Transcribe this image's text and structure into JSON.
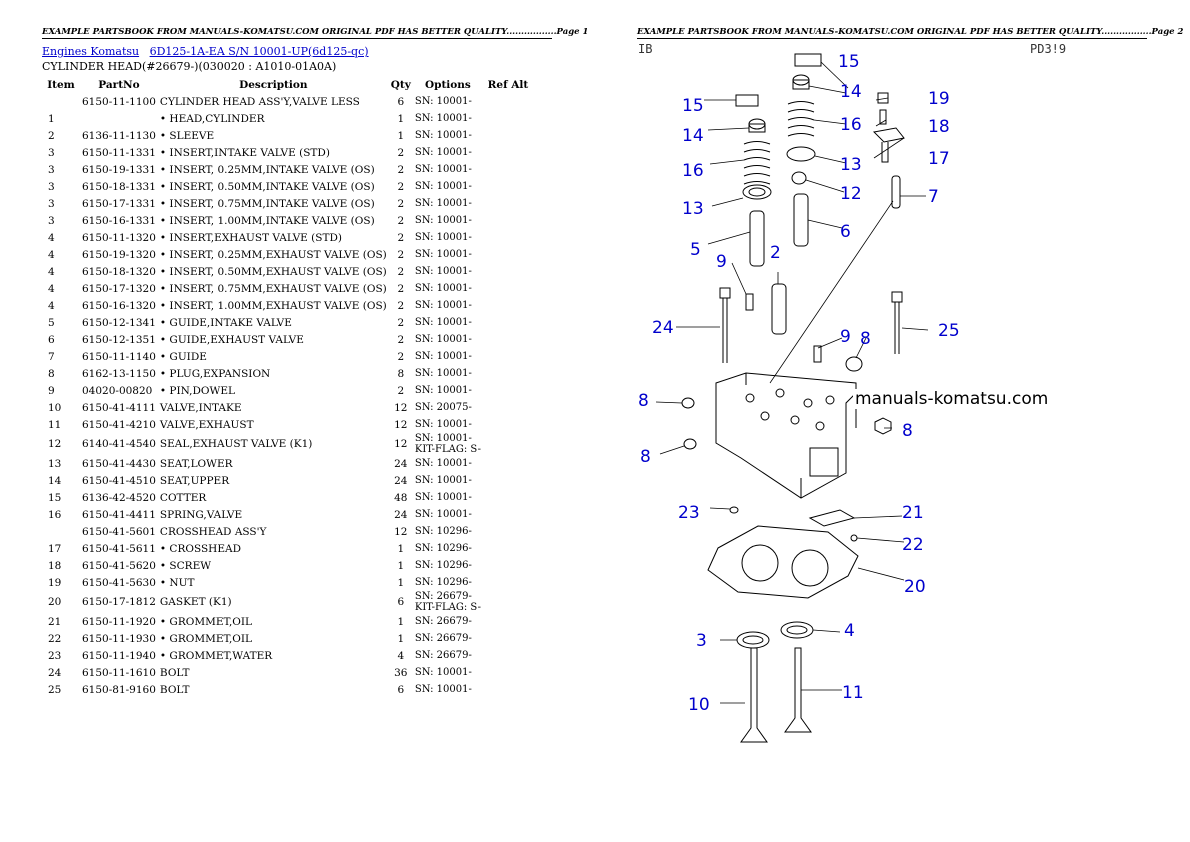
{
  "header_left": "EXAMPLE PARTSBOOK FROM MANUALS-KOMATSU.COM ORIGINAL PDF HAS BETTER QUALITY.................Page 1",
  "header_right": "EXAMPLE PARTSBOOK FROM MANUALS-KOMATSU.COM ORIGINAL PDF HAS BETTER QUALITY.................Page 2",
  "breadcrumb": {
    "link1": "Engines Komatsu",
    "link2": "6D125-1A-EA S/N 10001-UP(6d125-qc)"
  },
  "subtitle": "CYLINDER HEAD(#26679-)(030020 : A1010-01A0A)",
  "columns": [
    "Item",
    "PartNo",
    "Description",
    "Qty",
    "Options",
    "Ref Alt"
  ],
  "rows": [
    {
      "item": "",
      "partno": "6150-11-1100",
      "desc": "CYLINDER HEAD ASS'Y,VALVE LESS",
      "qty": "6",
      "opt1": "SN: 10001-",
      "opt2": ""
    },
    {
      "item": "1",
      "partno": "",
      "desc": "• HEAD,CYLINDER",
      "qty": "1",
      "opt1": "SN: 10001-",
      "opt2": ""
    },
    {
      "item": "2",
      "partno": "6136-11-1130",
      "desc": "• SLEEVE",
      "qty": "1",
      "opt1": "SN: 10001-",
      "opt2": ""
    },
    {
      "item": "3",
      "partno": "6150-11-1331",
      "desc": "• INSERT,INTAKE VALVE (STD)",
      "qty": "2",
      "opt1": "SN: 10001-",
      "opt2": ""
    },
    {
      "item": "3",
      "partno": "6150-19-1331",
      "desc": "• INSERT, 0.25MM,INTAKE VALVE (OS)",
      "qty": "2",
      "opt1": "SN: 10001-",
      "opt2": ""
    },
    {
      "item": "3",
      "partno": "6150-18-1331",
      "desc": "• INSERT, 0.50MM,INTAKE VALVE (OS)",
      "qty": "2",
      "opt1": "SN: 10001-",
      "opt2": ""
    },
    {
      "item": "3",
      "partno": "6150-17-1331",
      "desc": "• INSERT, 0.75MM,INTAKE VALVE (OS)",
      "qty": "2",
      "opt1": "SN: 10001-",
      "opt2": ""
    },
    {
      "item": "3",
      "partno": "6150-16-1331",
      "desc": "• INSERT, 1.00MM,INTAKE VALVE (OS)",
      "qty": "2",
      "opt1": "SN: 10001-",
      "opt2": ""
    },
    {
      "item": "4",
      "partno": "6150-11-1320",
      "desc": "• INSERT,EXHAUST VALVE (STD)",
      "qty": "2",
      "opt1": "SN: 10001-",
      "opt2": ""
    },
    {
      "item": "4",
      "partno": "6150-19-1320",
      "desc": "• INSERT, 0.25MM,EXHAUST VALVE (OS)",
      "qty": "2",
      "opt1": "SN: 10001-",
      "opt2": ""
    },
    {
      "item": "4",
      "partno": "6150-18-1320",
      "desc": "• INSERT, 0.50MM,EXHAUST VALVE (OS)",
      "qty": "2",
      "opt1": "SN: 10001-",
      "opt2": ""
    },
    {
      "item": "4",
      "partno": "6150-17-1320",
      "desc": "• INSERT, 0.75MM,EXHAUST VALVE (OS)",
      "qty": "2",
      "opt1": "SN: 10001-",
      "opt2": ""
    },
    {
      "item": "4",
      "partno": "6150-16-1320",
      "desc": "• INSERT, 1.00MM,EXHAUST VALVE (OS)",
      "qty": "2",
      "opt1": "SN: 10001-",
      "opt2": ""
    },
    {
      "item": "5",
      "partno": "6150-12-1341",
      "desc": "• GUIDE,INTAKE VALVE",
      "qty": "2",
      "opt1": "SN: 10001-",
      "opt2": ""
    },
    {
      "item": "6",
      "partno": "6150-12-1351",
      "desc": "• GUIDE,EXHAUST VALVE",
      "qty": "2",
      "opt1": "SN: 10001-",
      "opt2": ""
    },
    {
      "item": "7",
      "partno": "6150-11-1140",
      "desc": "• GUIDE",
      "qty": "2",
      "opt1": "SN: 10001-",
      "opt2": ""
    },
    {
      "item": "8",
      "partno": "6162-13-1150",
      "desc": "• PLUG,EXPANSION",
      "qty": "8",
      "opt1": "SN: 10001-",
      "opt2": ""
    },
    {
      "item": "9",
      "partno": "04020-00820",
      "desc": "• PIN,DOWEL",
      "qty": "2",
      "opt1": "SN: 10001-",
      "opt2": ""
    },
    {
      "item": "10",
      "partno": "6150-41-4111",
      "desc": "VALVE,INTAKE",
      "qty": "12",
      "opt1": "SN: 20075-",
      "opt2": ""
    },
    {
      "item": "11",
      "partno": "6150-41-4210",
      "desc": "VALVE,EXHAUST",
      "qty": "12",
      "opt1": "SN: 10001-",
      "opt2": ""
    },
    {
      "item": "12",
      "partno": "6140-41-4540",
      "desc": "SEAL,EXHAUST VALVE (K1)",
      "qty": "12",
      "opt1": "SN: 10001-",
      "opt2": "KIT-FLAG: S-"
    },
    {
      "item": "13",
      "partno": "6150-41-4430",
      "desc": "SEAT,LOWER",
      "qty": "24",
      "opt1": "SN: 10001-",
      "opt2": ""
    },
    {
      "item": "14",
      "partno": "6150-41-4510",
      "desc": "SEAT,UPPER",
      "qty": "24",
      "opt1": "SN: 10001-",
      "opt2": ""
    },
    {
      "item": "15",
      "partno": "6136-42-4520",
      "desc": "COTTER",
      "qty": "48",
      "opt1": "SN: 10001-",
      "opt2": ""
    },
    {
      "item": "16",
      "partno": "6150-41-4411",
      "desc": "SPRING,VALVE",
      "qty": "24",
      "opt1": "SN: 10001-",
      "opt2": ""
    },
    {
      "item": "",
      "partno": "6150-41-5601",
      "desc": "CROSSHEAD ASS'Y",
      "qty": "12",
      "opt1": "SN: 10296-",
      "opt2": ""
    },
    {
      "item": "17",
      "partno": "6150-41-5611",
      "desc": "• CROSSHEAD",
      "qty": "1",
      "opt1": "SN: 10296-",
      "opt2": ""
    },
    {
      "item": "18",
      "partno": "6150-41-5620",
      "desc": "• SCREW",
      "qty": "1",
      "opt1": "SN: 10296-",
      "opt2": ""
    },
    {
      "item": "19",
      "partno": "6150-41-5630",
      "desc": "• NUT",
      "qty": "1",
      "opt1": "SN: 10296-",
      "opt2": ""
    },
    {
      "item": "20",
      "partno": "6150-17-1812",
      "desc": "GASKET (K1)",
      "qty": "6",
      "opt1": "SN: 26679-",
      "opt2": "KIT-FLAG: S-"
    },
    {
      "item": "21",
      "partno": "6150-11-1920",
      "desc": "• GROMMET,OIL",
      "qty": "1",
      "opt1": "SN: 26679-",
      "opt2": ""
    },
    {
      "item": "22",
      "partno": "6150-11-1930",
      "desc": "• GROMMET,OIL",
      "qty": "1",
      "opt1": "SN: 26679-",
      "opt2": ""
    },
    {
      "item": "23",
      "partno": "6150-11-1940",
      "desc": "• GROMMET,WATER",
      "qty": "4",
      "opt1": "SN: 26679-",
      "opt2": ""
    },
    {
      "item": "24",
      "partno": "6150-11-1610",
      "desc": "BOLT",
      "qty": "36",
      "opt1": "SN: 10001-",
      "opt2": ""
    },
    {
      "item": "25",
      "partno": "6150-81-9160",
      "desc": "BOLT",
      "qty": "6",
      "opt1": "SN: 10001-",
      "opt2": ""
    }
  ],
  "diagram": {
    "code_left": "IB",
    "code_right": "PD3!9",
    "watermark": "manuals-komatsu.com",
    "callout_color": "#0000cc",
    "callouts": [
      "15",
      "14",
      "16",
      "13",
      "5",
      "9",
      "2",
      "24",
      "8",
      "8",
      "15",
      "14",
      "16",
      "13",
      "12",
      "6",
      "19",
      "18",
      "17",
      "7",
      "9",
      "8",
      "25",
      "8",
      "23",
      "21",
      "22",
      "20",
      "3",
      "4",
      "10",
      "11"
    ]
  }
}
